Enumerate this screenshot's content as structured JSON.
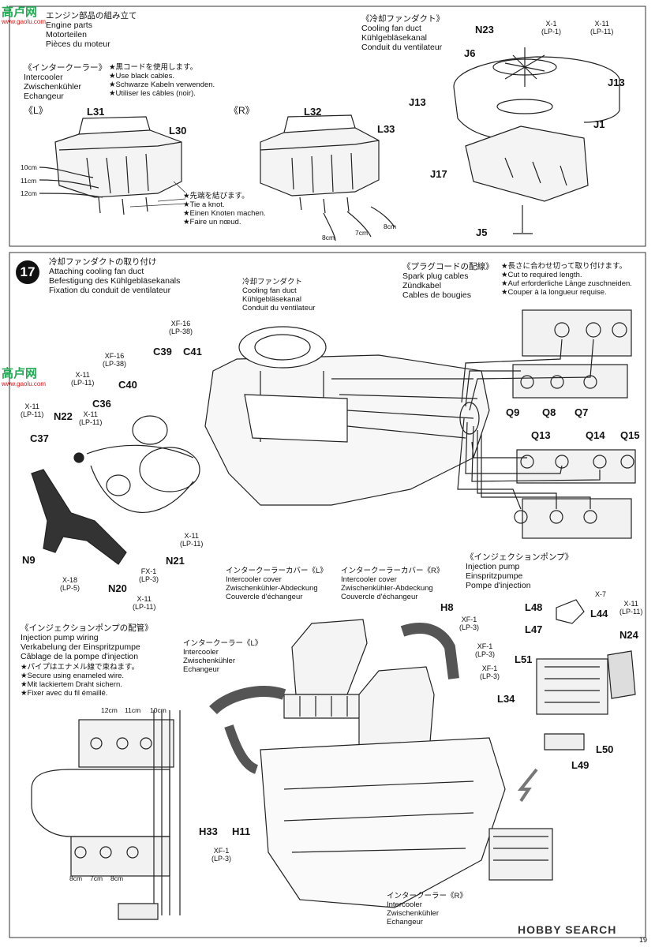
{
  "watermark_top": "高卢网",
  "watermark_url": "www.gaolu.com",
  "page_number": "19",
  "footer_logo": "HOBBY SEARCH",
  "step16": {
    "title_lines": [
      "エンジン部品の組み立て",
      "Engine parts",
      "Motorteilen",
      "Pièces du moteur"
    ],
    "intercooler": {
      "lines": [
        "《インタークーラー》",
        "Intercooler",
        "Zwischenkühler",
        "Echangeur"
      ]
    },
    "cable_note": [
      "★黒コードを使用します。",
      "★Use black cables.",
      "★Schwarze Kabeln verwenden.",
      "★Utiliser les câbles (noir)."
    ],
    "left_tag": "《L》",
    "right_tag": "《R》",
    "knot_note": [
      "★先端を結びます。",
      "★Tie a knot.",
      "★Einen Knoten machen.",
      "★Faire un nœud."
    ],
    "parts": {
      "l31": "L31",
      "l30": "L30",
      "l32": "L32",
      "l33": "L33"
    },
    "cm_left": [
      "10cm",
      "11cm",
      "12cm"
    ],
    "cm_right": [
      "8cm",
      "7cm",
      "8cm"
    ],
    "fan_duct": {
      "lines": [
        "《冷却ファンダクト》",
        "Cooling fan duct",
        "Kühlgebläsekanal",
        "Conduit du ventilateur"
      ],
      "parts": {
        "n23": "N23",
        "j6": "J6",
        "j13a": "J13",
        "j13b": "J13",
        "j1": "J1",
        "j17": "J17",
        "j5": "J5"
      },
      "x1": [
        "X-1",
        "(LP-1)"
      ],
      "x11": [
        "X-11",
        "(LP-11)"
      ]
    }
  },
  "step17": {
    "number": "17",
    "title_lines": [
      "冷却ファンダクトの取り付け",
      "Attaching cooling fan duct",
      "Befestigung des Kühlgebläsekanals",
      "Fixation du conduit de ventilateur"
    ],
    "duct_label": [
      "冷却ファンダクト",
      "Cooling fan duct",
      "Kühlgebläsekanal",
      "Conduit du ventilateur"
    ],
    "xf16a": [
      "XF-16",
      "(LP-38)"
    ],
    "xf16b": [
      "XF-16",
      "(LP-38)"
    ],
    "x11a": [
      "X-11",
      "(LP-11)"
    ],
    "x11b": [
      "X-11",
      "(LP-11)"
    ],
    "x11c": [
      "X-11",
      "(LP-11)"
    ],
    "x11d": [
      "X-11",
      "(LP-11)"
    ],
    "x11e": [
      "X-11",
      "(LP-11)"
    ],
    "fx1": [
      "FX-1",
      "(LP-3)"
    ],
    "x18": [
      "X-18",
      "(LP-5)"
    ],
    "parts": {
      "c39": "C39",
      "c41": "C41",
      "c40": "C40",
      "c36": "C36",
      "n22": "N22",
      "c37": "C37",
      "n9": "N9",
      "n20": "N20",
      "n21": "N21"
    },
    "plug_cords": {
      "lines": [
        "《プラグコードの配線》",
        "Spark plug cables",
        "Zündkabel",
        "Cables de bougies"
      ],
      "note": [
        "★長さに合わせ切って取り付けます。",
        "★Cut to required length.",
        "★Auf erforderliche Länge zuschneiden.",
        "★Couper à la longueur requise."
      ],
      "parts": {
        "q9": "Q9",
        "q8": "Q8",
        "q7": "Q7",
        "q13": "Q13",
        "q14": "Q14",
        "q15": "Q15"
      }
    },
    "injection_pump": {
      "lines": [
        "《インジェクションポンプ》",
        "Injection pump",
        "Einspritzpumpe",
        "Pompe d'injection"
      ],
      "x7": "X-7",
      "x11": [
        "X-11",
        "(LP-11)"
      ],
      "parts": {
        "l48": "L48",
        "l44": "L44",
        "l47": "L47",
        "n24": "N24",
        "l51": "L51",
        "l50": "L50",
        "l49": "L49"
      }
    },
    "ic_cover_l": [
      "インタークーラーカバー《L》",
      "Intercooler cover",
      "Zwischenkühler-Abdeckung",
      "Couvercle d'échangeur"
    ],
    "ic_cover_r": [
      "インタークーラーカバー《R》",
      "Intercooler cover",
      "Zwischenkühler-Abdeckung",
      "Couvercle d'échangeur"
    ],
    "ic_l": [
      "インタークーラー《L》",
      "Intercooler",
      "Zwischenkühler",
      "Echangeur"
    ],
    "ic_r": [
      "インタークーラー《R》",
      "Intercooler",
      "Zwischenkühler",
      "Echangeur"
    ],
    "pump_wiring": {
      "lines": [
        "《インジェクションポンプの配管》",
        "Injection pump wiring",
        "Verkabelung der Einspritzpumpe",
        "Câblage de la pompe d'injection"
      ],
      "note": [
        "★パイプはエナメル線で束ねます。",
        "★Secure using enameled wire.",
        "★Mit lackiertem Draht sichern.",
        "★Fixer avec du fil émaillé."
      ],
      "cm_top": [
        "12cm",
        "11cm",
        "10cm"
      ],
      "cm_bottom": [
        "8cm",
        "7cm",
        "8cm"
      ]
    },
    "hoses": {
      "h8": "H8",
      "l34": "L34",
      "h33": "H33",
      "h11": "H11",
      "xf1a": [
        "XF-1",
        "(LP-3)"
      ],
      "xf1b": [
        "XF-1",
        "(LP-3)"
      ],
      "xf1c": [
        "XF-1",
        "(LP-3)"
      ],
      "xf1d": [
        "XF-1",
        "(LP-3)"
      ]
    }
  }
}
